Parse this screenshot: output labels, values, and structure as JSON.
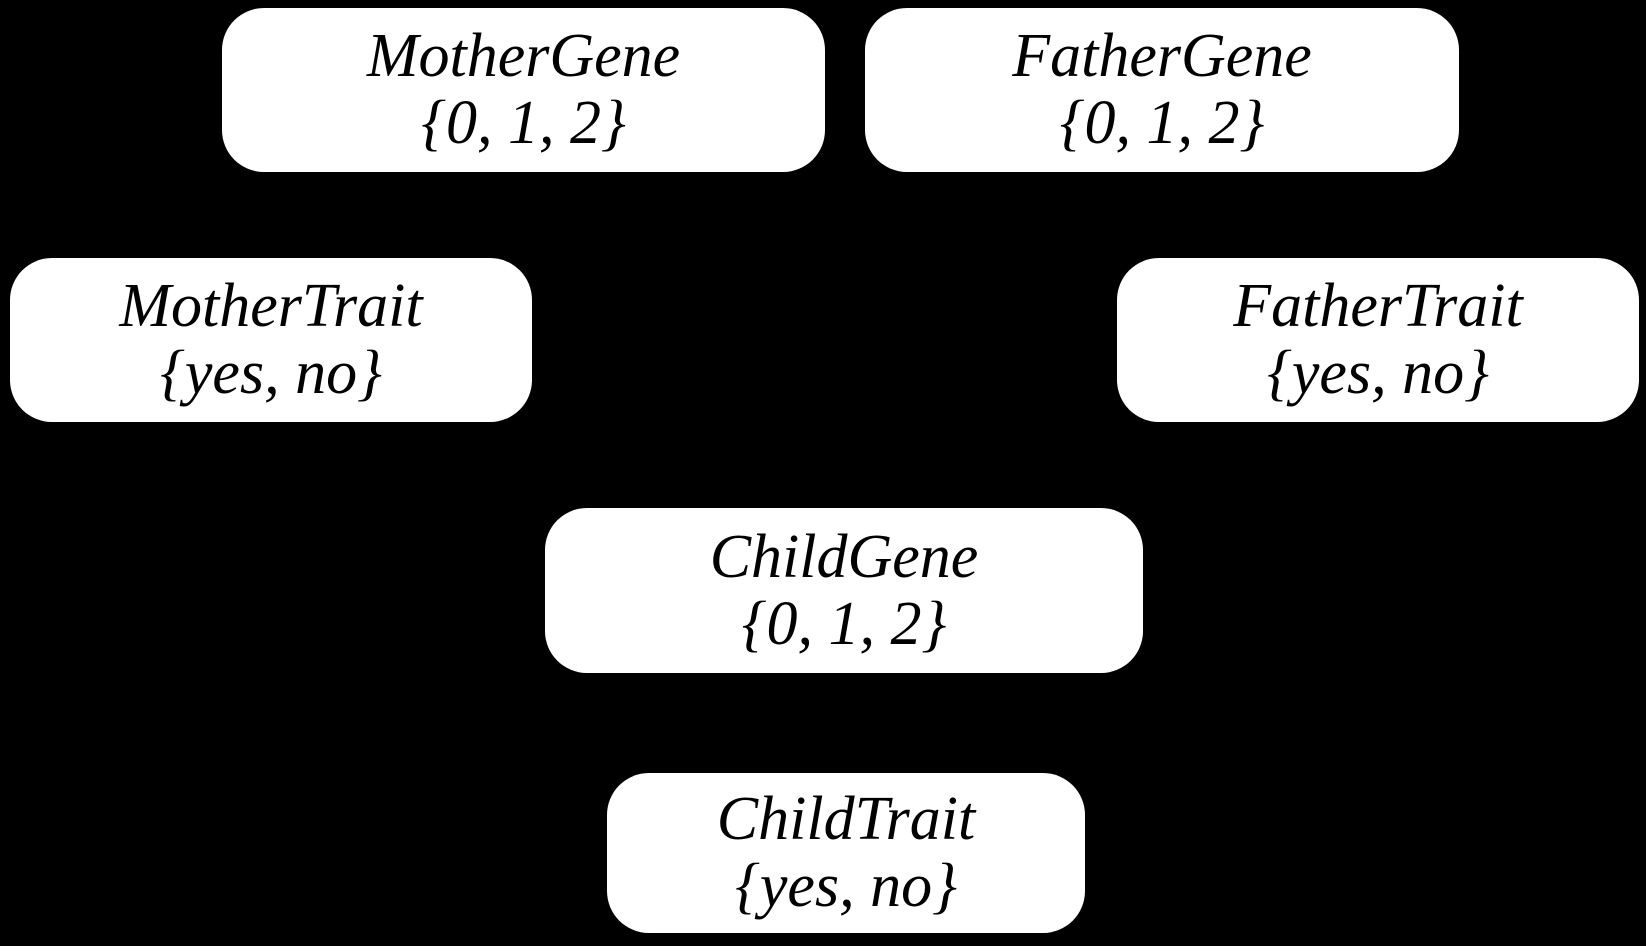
{
  "diagram": {
    "colors": {
      "background": "#000000",
      "node_fill": "#ffffff",
      "node_text": "#000000"
    },
    "nodes": [
      {
        "id": "mother-gene",
        "label": "MotherGene",
        "domain": "{0, 1, 2}"
      },
      {
        "id": "father-gene",
        "label": "FatherGene",
        "domain": "{0, 1, 2}"
      },
      {
        "id": "mother-trait",
        "label": "MotherTrait",
        "domain": "{yes, no}"
      },
      {
        "id": "father-trait",
        "label": "FatherTrait",
        "domain": "{yes, no}"
      },
      {
        "id": "child-gene",
        "label": "ChildGene",
        "domain": "{0, 1, 2}"
      },
      {
        "id": "child-trait",
        "label": "ChildTrait",
        "domain": "{yes, no}"
      }
    ]
  }
}
